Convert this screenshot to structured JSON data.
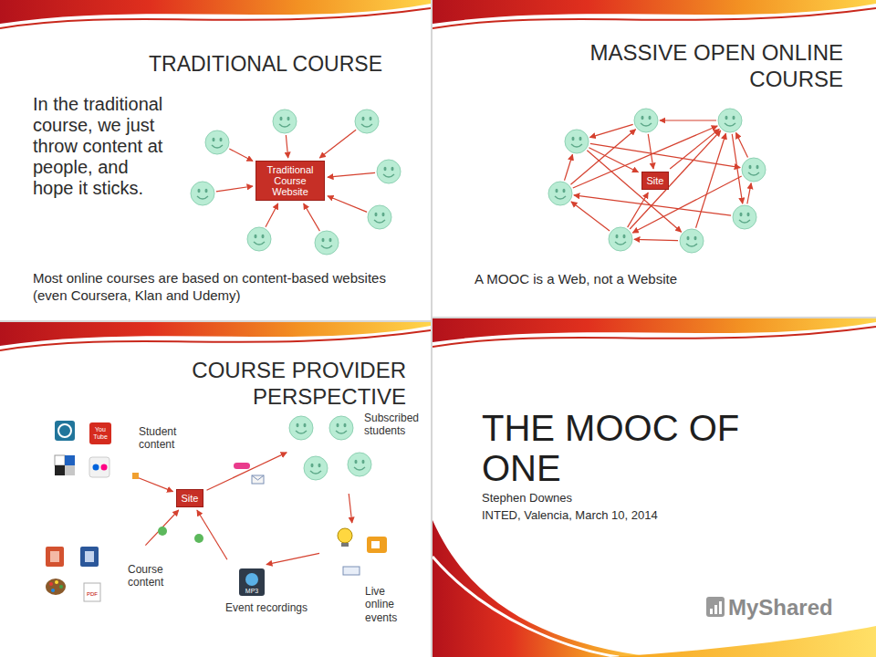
{
  "diagram": {
    "nodes": [
      {
        "text": [
          "TRADITIONAL COURSE",
          "In the traditional course, we just throw content at people, and hope it sticks.",
          "Most online courses are based on content-based websites (even Coursera, Klan and Udemy)"
        ]
      },
      {
        "text": [
          "Traditional Course Website"
        ],
        "in": 0
      },
      {
        "text": [
          "MASSIVE OPEN ONLINE COURSE",
          "A MOOC is a Web, not a Website"
        ]
      },
      {
        "text": [
          "Site"
        ],
        "in": 2
      },
      {
        "text": [
          "COURSE PROVIDER PERSPECTIVE"
        ]
      },
      {
        "text": [
          "Site"
        ],
        "in": 4
      },
      {
        "text": [
          "THE MOOC OF ONE",
          "Stephen Downes",
          "INTED, Valencia, March 10, 2014"
        ]
      }
    ],
    "labels": [
      "Student content",
      "Subscribed students",
      "Course content",
      "Event recordings",
      "Live online events",
      "You Tube",
      "PDF",
      "MP3",
      "MyShared"
    ]
  }
}
